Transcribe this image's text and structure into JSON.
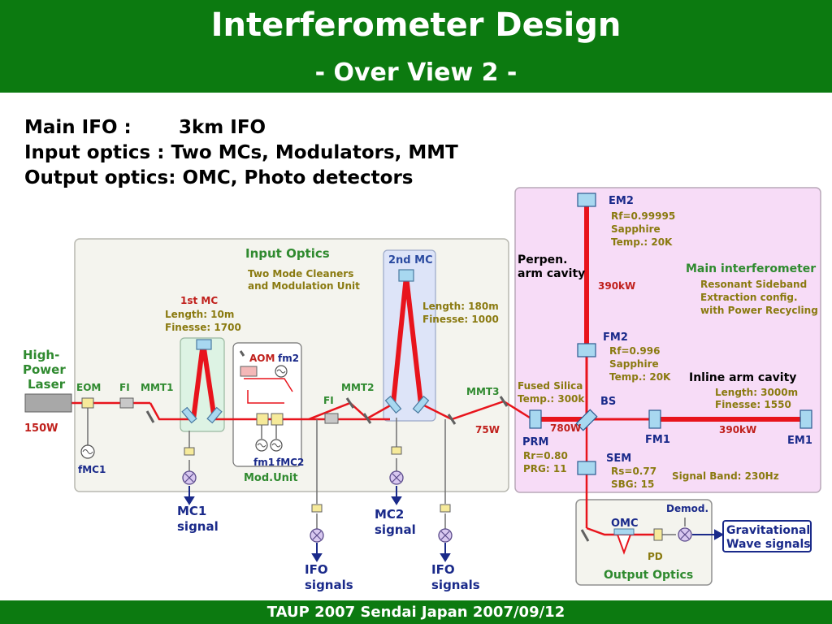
{
  "header": {
    "title": "Interferometer Design",
    "subtitle": "- Over View 2 -"
  },
  "info": {
    "row1": {
      "key": "Main IFO :",
      "value": "3km IFO"
    },
    "row2": {
      "key": "Input optics :",
      "value": "Two MCs, Modulators, MMT"
    },
    "row3": {
      "key": "Output optics:",
      "value": "OMC, Photo detectors"
    }
  },
  "laser": {
    "label1": "High-",
    "label2": "Power",
    "label3": "Laser",
    "power": "150W"
  },
  "labels": {
    "eom": "EOM",
    "fi1": "FI",
    "mmt1": "MMT1",
    "fmc1": "fMC1",
    "mc1": "1st MC",
    "mc1_len": "Length: 10m",
    "mc1_fin": "Finesse: 1700",
    "input_title": "Input Optics",
    "input_sub1": "Two Mode Cleaners",
    "input_sub2": "and Modulation Unit",
    "aom": "AOM",
    "fm2": "fm2",
    "fm1": "fm1",
    "fmc2": "fMC2",
    "mod_unit": "Mod.Unit",
    "fi2": "FI",
    "mmt2": "MMT2",
    "mc2": "2nd MC",
    "mc2_len": "Length: 180m",
    "mc2_fin": "Finesse: 1000",
    "mmt3": "MMT3",
    "p75": "75W",
    "mc1_sig1": "MC1",
    "mc1_sig2": "signal",
    "mc2_sig1": "MC2",
    "mc2_sig2": "signal",
    "ifo_sig_a1": "IFO",
    "ifo_sig_a2": "signals",
    "ifo_sig_b1": "IFO",
    "ifo_sig_b2": "signals",
    "em2": "EM2",
    "em2_rf": "Rf=0.99995",
    "em2_mat": "Sapphire",
    "em2_temp": "Temp.: 20K",
    "perp1": "Perpen.",
    "perp2": "arm cavity",
    "p390a": "390kW",
    "main_title": "Main interferometer",
    "main_sub1": "Resonant Sideband",
    "main_sub2": "Extraction config.",
    "main_sub3": "with Power Recycling",
    "fm2_mirror": "FM2",
    "fm2_rf": "Rf=0.996",
    "fm2_mat": "Sapphire",
    "fm2_temp": "Temp.: 20K",
    "inline_title": "Inline arm cavity",
    "inline_len": "Length: 3000m",
    "inline_fin": "Finesse: 1550",
    "fused1": "Fused Silica",
    "fused2": "Temp.: 300k",
    "bs": "BS",
    "p780": "780W",
    "fm1_mirror": "FM1",
    "p390b": "390kW",
    "em1": "EM1",
    "prm": "PRM",
    "prm_rr": "Rr=0.80",
    "prm_prg": "PRG: 11",
    "sem": "SEM",
    "sem_rs": "Rs=0.77",
    "sem_sbg": "SBG: 15",
    "signal_band": "Signal Band: 230Hz",
    "demod": "Demod.",
    "omc": "OMC",
    "pd": "PD",
    "output_title": "Output Optics",
    "gw1": "Gravitational",
    "gw2": "Wave signals"
  },
  "footer": {
    "text": "TAUP 2007 Sendai Japan 2007/09/12"
  },
  "colors": {
    "header_bg": "#0c7a10",
    "beam": "#e8141c",
    "label_green": "#2f8a2f",
    "label_olive": "#8a7a10",
    "label_blue": "#1a2a8a",
    "main_box": "#f7dcf7",
    "mc_box": "#dde4f8",
    "mc1_box": "#ddf3e4"
  }
}
